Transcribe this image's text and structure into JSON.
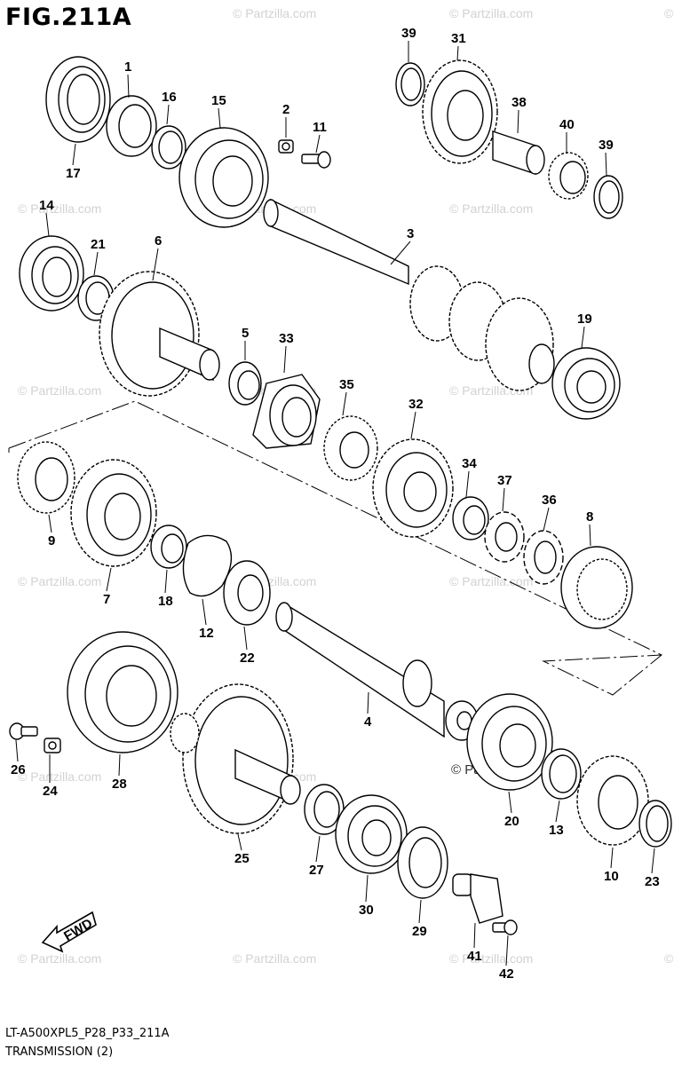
{
  "figure": {
    "title": "FIG.211A",
    "code": "LT-A500XPL5_P28_P33_211A",
    "caption": "TRANSMISSION (2)",
    "fwd_label": "FWD",
    "watermark": "© Partzilla.com"
  },
  "parts": [
    "1",
    "2",
    "3",
    "4",
    "5",
    "6",
    "7",
    "8",
    "9",
    "10",
    "11",
    "12",
    "13",
    "14",
    "15",
    "16",
    "17",
    "18",
    "19",
    "20",
    "21",
    "22",
    "23",
    "24",
    "25",
    "26",
    "27",
    "28",
    "29",
    "30",
    "31",
    "32",
    "33",
    "34",
    "35",
    "36",
    "37",
    "38",
    "39",
    "40",
    "41",
    "42"
  ],
  "colors": {
    "ink": "#000000",
    "watermark": "#d2d2d2",
    "paper": "#ffffff"
  }
}
